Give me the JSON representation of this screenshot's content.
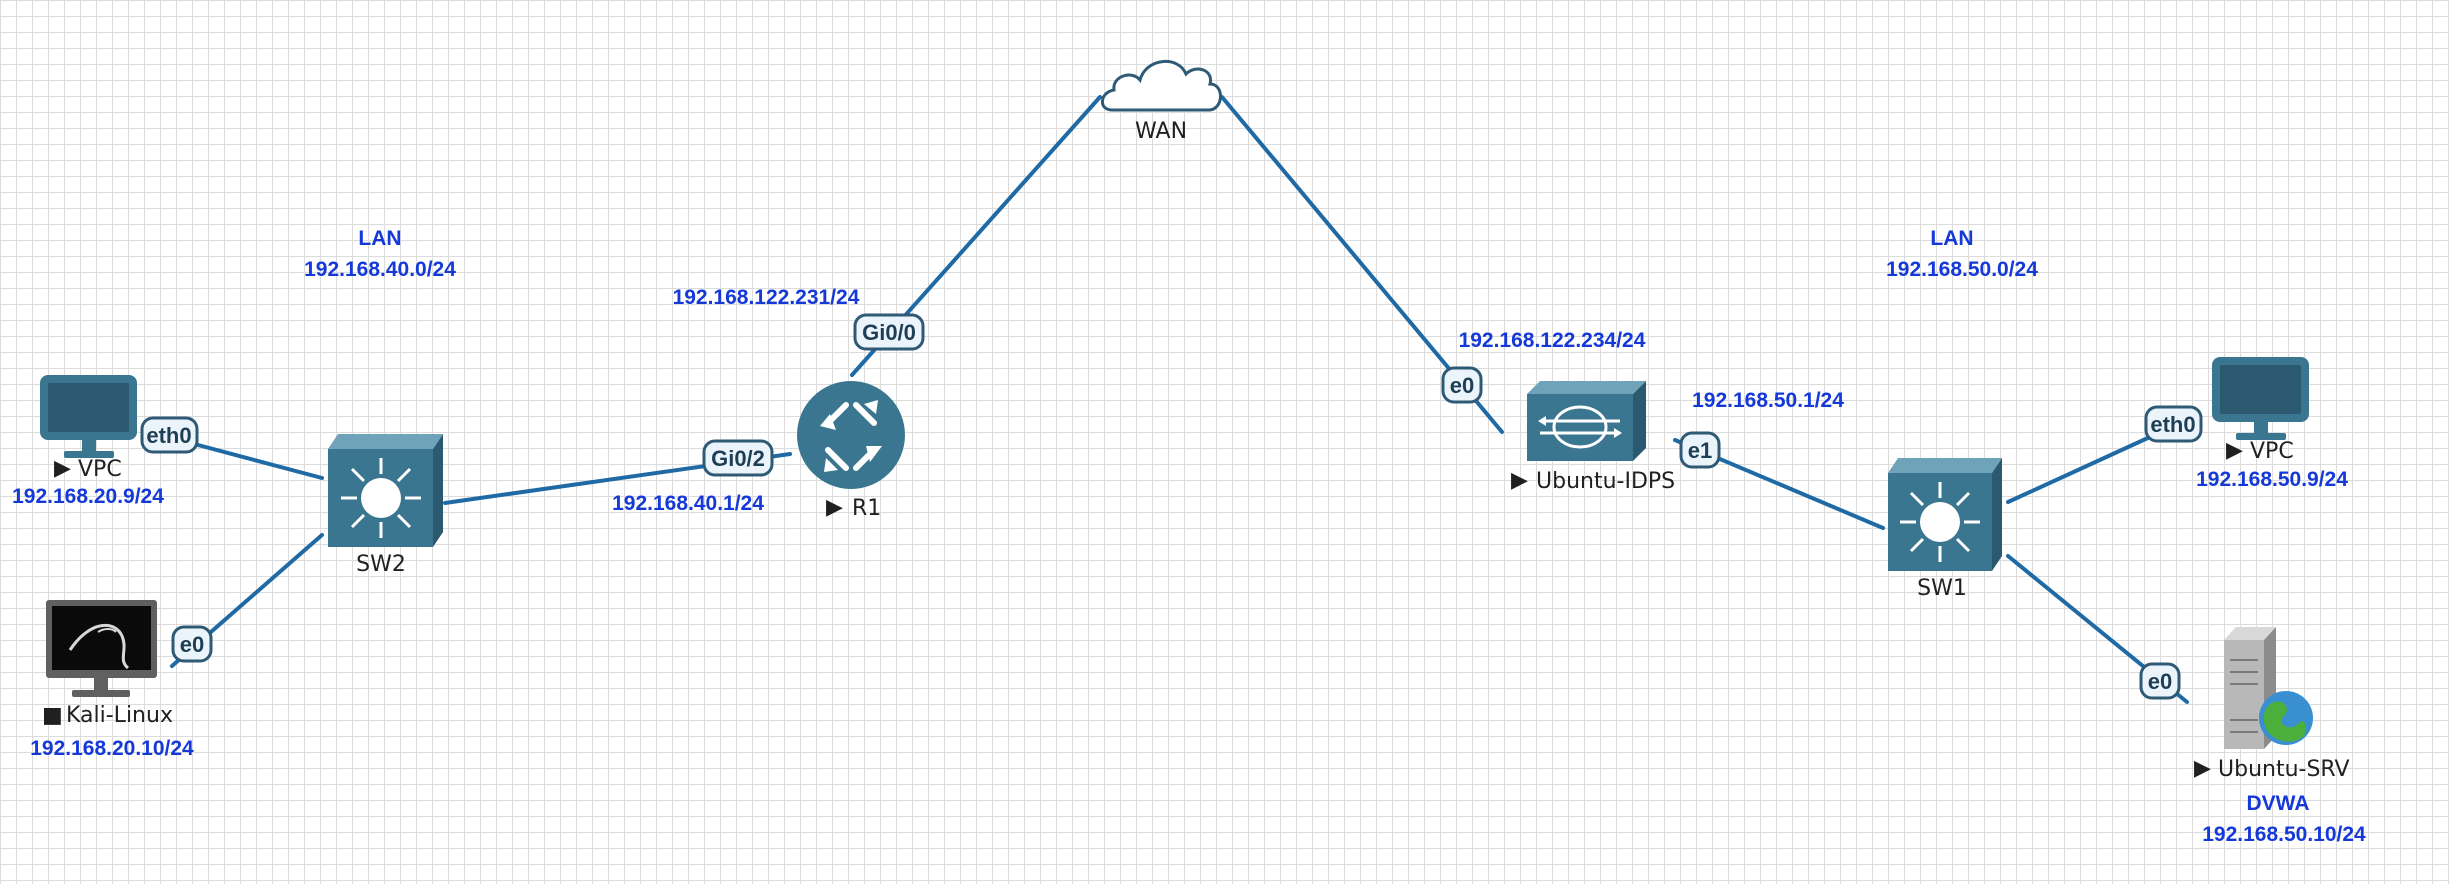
{
  "nodes": {
    "vpc_left": {
      "status": "▶",
      "label": "VPC",
      "ip": "192.168.20.9/24"
    },
    "kali": {
      "status": "■",
      "label": "Kali-Linux",
      "ip": "192.168.20.10/24"
    },
    "sw2": {
      "label": "SW2"
    },
    "r1": {
      "status": "▶",
      "label": "R1"
    },
    "wan": {
      "label": "WAN"
    },
    "idps": {
      "status": "▶",
      "label": "Ubuntu-IDPS"
    },
    "sw1": {
      "label": "SW1"
    },
    "vpc_right": {
      "status": "▶",
      "label": "VPC",
      "ip": "192.168.50.9/24"
    },
    "ubuntu_srv": {
      "status": "▶",
      "label": "Ubuntu-SRV",
      "role": "DVWA",
      "ip": "192.168.50.10/24"
    }
  },
  "networks": {
    "lan_left": {
      "name": "LAN",
      "subnet": "192.168.40.0/24"
    },
    "lan_right": {
      "name": "LAN",
      "subnet": "192.168.50.0/24"
    }
  },
  "ips": {
    "r1_wan": "192.168.122.231/24",
    "r1_lan": "192.168.40.1/24",
    "idps_wan": "192.168.122.234/24",
    "idps_lan": "192.168.50.1/24"
  },
  "ports": {
    "vpc_left_eth0": "eth0",
    "kali_e0": "e0",
    "r1_gi00": "Gi0/0",
    "r1_gi02": "Gi0/2",
    "idps_e0": "e0",
    "idps_e1": "e1",
    "vpc_right_eth0": "eth0",
    "srv_e0": "e0"
  },
  "colors": {
    "link": "#1f6aa5",
    "ip_label": "#1538d8",
    "device": "#3b7690",
    "port_border": "#2e5a76"
  },
  "icons": {
    "vpc": "monitor-icon",
    "kali": "kali-monitor-icon",
    "switch": "multilayer-switch-icon",
    "router": "router-icon",
    "wan": "cloud-icon",
    "idps": "firewall-icon",
    "server": "server-globe-icon"
  }
}
